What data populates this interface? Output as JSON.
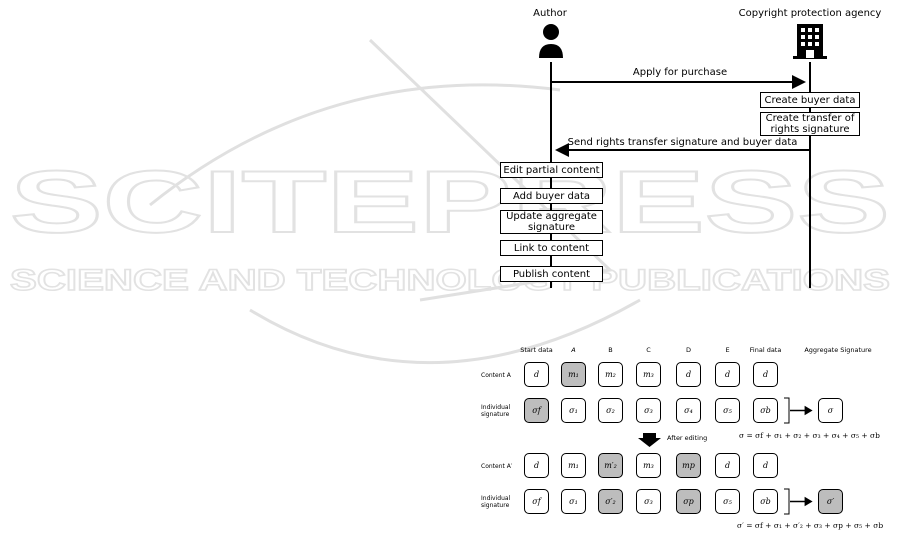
{
  "watermark": {
    "line1": "SCITEPRESS",
    "line2": "SCIENCE AND TECHNOLOGY PUBLICATIONS"
  },
  "sequence": {
    "actors": [
      {
        "label": "Author",
        "icon": "person-icon"
      },
      {
        "label": "Copyright protection agency",
        "icon": "building-icon"
      }
    ],
    "messages": {
      "apply": "Apply for purchase",
      "send": "Send rights transfer signature and buyer data"
    },
    "agency_steps": [
      "Create buyer data",
      "Create transfer of rights signature"
    ],
    "author_steps": [
      "Edit partial content",
      "Add buyer data",
      "Update aggregate signature",
      "Link to content",
      "Publish content"
    ]
  },
  "grid": {
    "columns": [
      "Start data",
      "A",
      "B",
      "C",
      "D",
      "E",
      "Final data",
      "Aggregate Signature"
    ],
    "rows": {
      "content_a": "Content A",
      "indiv_1": "Individual signature",
      "content_a2": "Content A′",
      "indiv_2": "Individual signature"
    },
    "after_editing": "After editing",
    "row1": [
      "d",
      "m₁",
      "m₂",
      "m₃",
      "d",
      "d",
      "d"
    ],
    "row2": [
      "σf",
      "σ₁",
      "σ₂",
      "σ₃",
      "σ₄",
      "σ₅",
      "σb"
    ],
    "row3": [
      "d",
      "m₁",
      "m′₂",
      "m₃",
      "mp",
      "d",
      "d"
    ],
    "row4": [
      "σf",
      "σ₁",
      "σ′₂",
      "σ₃",
      "σp",
      "σ₅",
      "σb"
    ],
    "agg1": "σ",
    "agg2": "σ′",
    "formula1": "σ = σf + σ₁ + σ₂ + σ₃ + σ₄ + σ₅ + σb",
    "formula2": "σ′ = σf + σ₁ + σ′₂ + σ₃ + σp + σ₅ + σb",
    "colors": {
      "shaded": "#bdbdbd",
      "border": "#000000"
    }
  }
}
